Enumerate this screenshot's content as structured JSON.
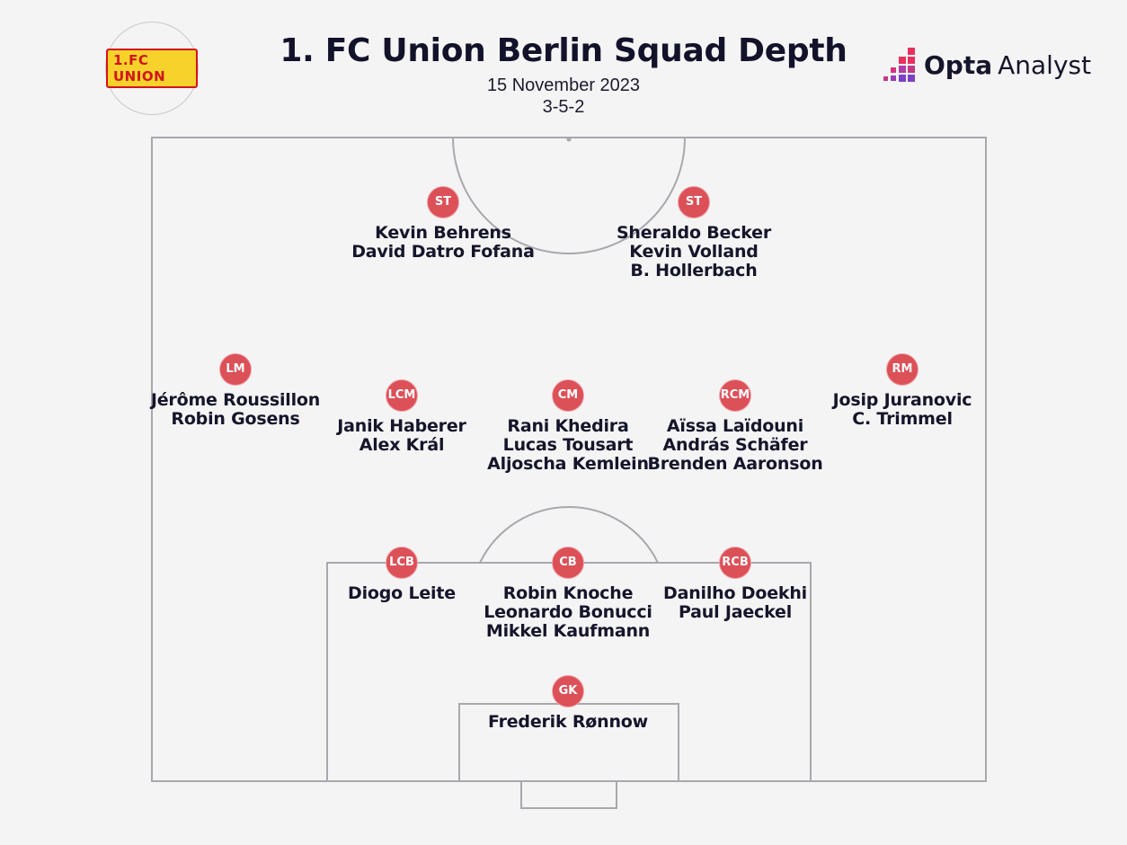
{
  "header": {
    "title": "1. FC Union Berlin Squad Depth",
    "date": "15 November 2023",
    "formation": "3-5-2"
  },
  "crest": {
    "text": "1.FC UNION",
    "colors": {
      "red": "#d2141a",
      "yellow": "#f6d22b"
    }
  },
  "brand": {
    "bold": "Opta",
    "light": "Analyst",
    "icon": "opta-bars-icon",
    "colors": [
      "#e8305f",
      "#b03ca8",
      "#7d3fc4"
    ]
  },
  "colors": {
    "badge": "#dc5058",
    "pitch_line": "#a8a8ad",
    "background": "#f4f4f5",
    "text": "#15152b"
  },
  "positions": [
    {
      "id": "st-left",
      "label": "ST",
      "players": [
        "Kevin Behrens",
        "David Datro Fofana"
      ]
    },
    {
      "id": "st-right",
      "label": "ST",
      "players": [
        "Sheraldo Becker",
        "Kevin Volland",
        "B. Hollerbach"
      ]
    },
    {
      "id": "lm",
      "label": "LM",
      "players": [
        "Jérôme Roussillon",
        "Robin Gosens"
      ]
    },
    {
      "id": "lcm",
      "label": "LCM",
      "players": [
        "Janik Haberer",
        "Alex Král"
      ]
    },
    {
      "id": "cm",
      "label": "CM",
      "players": [
        "Rani Khedira",
        "Lucas Tousart",
        "Aljoscha Kemlein"
      ]
    },
    {
      "id": "rcm",
      "label": "RCM",
      "players": [
        "Aïssa Laïdouni",
        "András Schäfer",
        "Brenden Aaronson"
      ]
    },
    {
      "id": "rm",
      "label": "RM",
      "players": [
        "Josip Juranovic",
        "C. Trimmel"
      ]
    },
    {
      "id": "lcb",
      "label": "LCB",
      "players": [
        "Diogo Leite"
      ]
    },
    {
      "id": "cb",
      "label": "CB",
      "players": [
        "Robin Knoche",
        "Leonardo Bonucci",
        "Mikkel Kaufmann"
      ]
    },
    {
      "id": "rcb",
      "label": "RCB",
      "players": [
        "Danilho Doekhi",
        "Paul Jaeckel"
      ]
    },
    {
      "id": "gk",
      "label": "GK",
      "players": [
        "Frederik Rønnow"
      ]
    }
  ]
}
